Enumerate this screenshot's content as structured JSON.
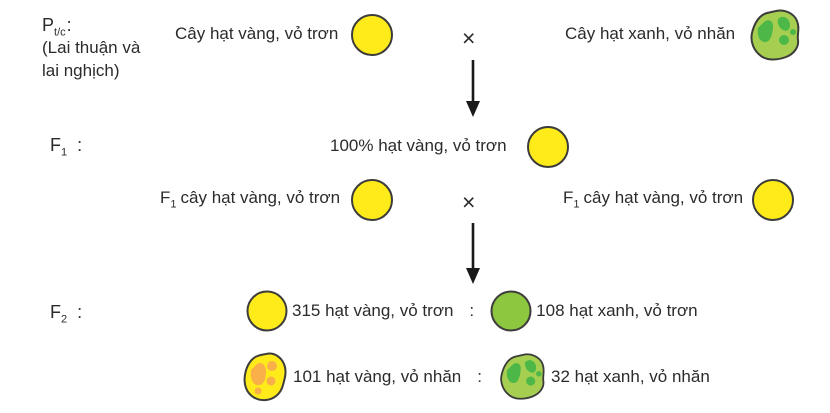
{
  "colors": {
    "seed-yellow": "#FFEB19",
    "seed-green": "#8DC63F",
    "wrinkled-green-base": "#A6CE50",
    "wrinkled-green-patch": "#4DB848",
    "wrinkled-yellow-base": "#FFEB19",
    "wrinkled-yellow-patch": "#F9B04B",
    "outline": "#3C3C3B",
    "text": "#2B2B2B",
    "arrow": "#1A1A1A"
  },
  "p_row": {
    "label_main": "P",
    "label_sub": "t/c",
    "label_colon": ":",
    "note_line1": "(Lai thuận và",
    "note_line2": "lai nghịch)",
    "left_parent": "Cây hạt vàng, vỏ trơn",
    "left_seed_icon": "yellow-smooth-seed",
    "cross_symbol": "×",
    "right_parent": "Cây hạt xanh, vỏ nhăn",
    "right_seed_icon": "green-wrinkled-seed"
  },
  "f1_row": {
    "label_main": "F",
    "label_sub": "1",
    "label_colon": ":",
    "result_text": "100% hạt vàng, vỏ trơn",
    "result_seed_icon": "yellow-smooth-seed"
  },
  "f1_cross": {
    "left_label_main": "F",
    "left_label_sub": "1",
    "left_text": "cây hạt vàng, vỏ trơn",
    "left_seed_icon": "yellow-smooth-seed",
    "cross_symbol": "×",
    "right_label_main": "F",
    "right_label_sub": "1",
    "right_text": "cây hạt vàng, vỏ trơn",
    "right_seed_icon": "yellow-smooth-seed"
  },
  "f2_row": {
    "label_main": "F",
    "label_sub": "2",
    "label_colon": ":",
    "rows": [
      {
        "left_seed_icon": "yellow-smooth-seed",
        "left_count": "315 hạt vàng, vỏ trơn",
        "ratio_sep": ":",
        "right_seed_icon": "green-smooth-seed",
        "right_count": "108 hạt xanh, vỏ trơn"
      },
      {
        "left_seed_icon": "yellow-wrinkled-seed",
        "left_count": "101 hạt vàng, vỏ nhăn",
        "ratio_sep": ":",
        "right_seed_icon": "green-wrinkled-seed",
        "right_count": "32 hạt xanh, vỏ nhăn"
      }
    ]
  }
}
